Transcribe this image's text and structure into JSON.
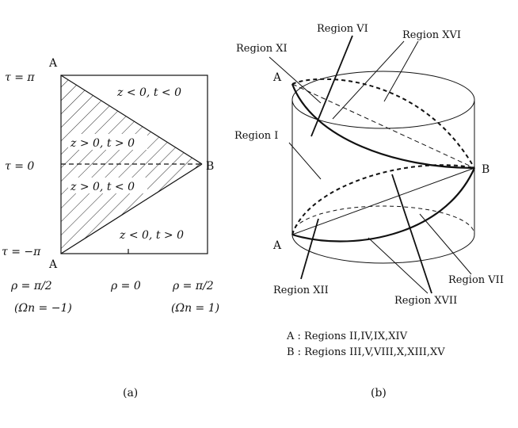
{
  "panel_a": {
    "caption": "(a)",
    "vertex_top": "A",
    "vertex_bottom": "A",
    "vertex_right": "B",
    "tau_top": "τ = π",
    "tau_mid": "τ = 0",
    "tau_bottom": "τ = −π",
    "region_upper": "z < 0, t < 0",
    "region_mid_upper": "z > 0, t > 0",
    "region_mid_lower": "z > 0, t < 0",
    "region_lower": "z < 0, t > 0",
    "rho_left": "ρ = π/2",
    "rho_center": "ρ = 0",
    "rho_right": "ρ = π/2",
    "omega_left": "(Ωn = −1)",
    "omega_right": "(Ωn = 1)"
  },
  "panel_b": {
    "caption": "(b)",
    "vertex_top": "A",
    "vertex_bottom": "A",
    "vertex_right": "B",
    "region_vi": "Region VI",
    "region_xvi": "Region XVI",
    "region_xi": "Region XI",
    "region_i": "Region I",
    "region_vii": "Region VII",
    "region_xii": "Region XII",
    "region_xvii": "Region XVII",
    "legend_a": "A : Regions II,IV,IX,XIV",
    "legend_b": "B : Regions III,V,VIII,X,XIII,XV"
  }
}
